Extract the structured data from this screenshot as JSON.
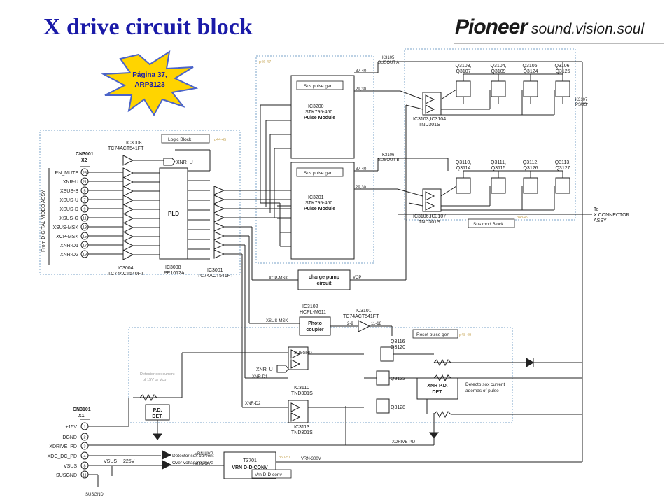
{
  "title": "X drive circuit block",
  "logo": {
    "word": "Pioneer",
    "slogan": "sound.vision.soul"
  },
  "starburst": {
    "line1": "Página 37,",
    "line2": "ARP3123"
  },
  "colors": {
    "title": "#1a1aa8",
    "starburst_fill": "#ffd400",
    "starburst_stroke": "#4a63c9",
    "starburst_text": "#1a1aa8",
    "note_box": "#ffffff",
    "dotted": "#7aa3c9",
    "page_ref": "#c8a85a"
  },
  "notes": {
    "logic_block": "Logic Block",
    "sus_pulse_gen_a": "Sus pulse gen",
    "sus_pulse_gen_b": "Sus pulse gen",
    "sus_mod_block": "Sus mod Block",
    "reset_pulse_gen": "Reset pulse gen",
    "vrn_dd_conv": "Vrn D-D conv",
    "detect_current": "Detecto sox current",
    "detect_current2": "ademas of pulse",
    "detect_over1": "Detector sox curvent",
    "detect_over2": "Over voltage e 25/4",
    "gray_note1": "Detector sox current",
    "gray_note2": "of 15V or Vcp"
  },
  "page_refs": {
    "p1": "p44-45",
    "p2": "p46-47",
    "p3": "p48-49",
    "p4": "p48-49",
    "p5": "p50-51"
  },
  "connectors": {
    "cn3001": {
      "name": "CN3001",
      "sub": "X2",
      "side_label": "From DIGITAL VIDEO ASSY",
      "pins": [
        {
          "label": "PN_MUTE",
          "num": "23"
        },
        {
          "label": "XNR-U",
          "num": "21"
        },
        {
          "label": "XSUS-B",
          "num": "5"
        },
        {
          "label": "XSUS-U",
          "num": "7"
        },
        {
          "label": "XSUS-D",
          "num": "9"
        },
        {
          "label": "XSUS-G",
          "num": "11"
        },
        {
          "label": "XSUS-MSK",
          "num": "13"
        },
        {
          "label": "XCP-MSK",
          "num": "15"
        },
        {
          "label": "XNR-D1",
          "num": "17"
        },
        {
          "label": "XNR-D2",
          "num": "19"
        }
      ]
    },
    "cn3101": {
      "name": "CN3101",
      "sub": "X1",
      "pins": [
        {
          "label": "+15V",
          "num": "1"
        },
        {
          "label": "DGND",
          "num": "2"
        },
        {
          "label": "XDRIVE_PD",
          "num": "3"
        },
        {
          "label": "XDC_DC_PD",
          "num": "4"
        },
        {
          "label": "VSUS",
          "num": "8"
        },
        {
          "label": "SUSGND",
          "num": "11"
        }
      ]
    }
  },
  "ics": {
    "ic3008_top": {
      "ref": "IC3008",
      "part": "TC74ACT541FT"
    },
    "ic3004": {
      "ref": "IC3004",
      "part": "TC74ACT540FT"
    },
    "pld": {
      "label": "PLD",
      "ref": "IC3008",
      "part": "PE1012A"
    },
    "ic3001": {
      "ref": "IC3001",
      "part": "TC74ACT541FT"
    },
    "ic3200": {
      "ref": "IC3200",
      "part": "STK795-460",
      "desc": "Pulse Module"
    },
    "ic3201": {
      "ref": "IC3201",
      "part": "STK795-460",
      "desc": "Pulse Module"
    },
    "charge_pump": {
      "line1": "charge pump",
      "line2": "circuit"
    },
    "photo": {
      "ref": "IC3102",
      "part": "HCPL-M611",
      "line1": "Photo",
      "line2": "coupler"
    },
    "ic3101": {
      "ref": "IC3101",
      "part": "TC74ACT541FT"
    },
    "ic3103": {
      "ref": "IC3103,IC3104",
      "part": "TND301S"
    },
    "ic3106": {
      "ref": "IC3106,IC3107",
      "part": "TND301S"
    },
    "ic3110": {
      "ref": "IC3110",
      "part": "TND301S"
    },
    "ic3113": {
      "ref": "IC3113",
      "part": "TND301S"
    },
    "pd_det": {
      "line1": "P.D.",
      "line2": "DET."
    },
    "xnr_pd_det": {
      "line1": "XNR P.D.",
      "line2": "DET."
    },
    "t3701": {
      "ref": "T3701",
      "desc": "VRN D-D CONV"
    }
  },
  "fets_top": [
    {
      "q": "Q3103,",
      "q2": "Q3107"
    },
    {
      "q": "Q3104,",
      "q2": "Q3109"
    },
    {
      "q": "Q3105,",
      "q2": "Q3124"
    },
    {
      "q": "Q3106,",
      "q2": "Q3125"
    }
  ],
  "fets_bot": [
    {
      "q": "Q3110,",
      "q2": "Q3114"
    },
    {
      "q": "Q3111,",
      "q2": "Q3115"
    },
    {
      "q": "Q3112,",
      "q2": "Q3126"
    },
    {
      "q": "Q3113,",
      "q2": "Q3127"
    }
  ],
  "fets_reset": [
    {
      "q": "Q3116",
      "q2": "Q3120"
    },
    {
      "q": "Q3122",
      "q2": ""
    },
    {
      "q": "Q3128",
      "q2": ""
    }
  ],
  "labels": {
    "k3105": "K3105",
    "susout_a": "SUSOUT A",
    "k3106": "K3106",
    "susout_b": "SUSOUT B",
    "k3107": "K3107",
    "psus": "PSUS",
    "to": "To",
    "x_conn": "X CONNECTOR",
    "assy": "ASSY",
    "xnr_u": "XNR_U",
    "xnr_u2": "XNR_U",
    "xnr_d1": "XNR-D1",
    "xnr_d2": "XNR-D2",
    "xcp_msk": "XCP-MSK",
    "vcp": "VCP",
    "xsus_msk": "XSUS-MSK",
    "susgnd": "SUSGND",
    "susgnd2": "SUSGND",
    "xdrive_pd": "XDRIVE P.D",
    "vsus": "VSUS",
    "v225": "225V",
    "vrn_uvp": "VRN UVP",
    "vrn_ovp": "VRN OVP",
    "vrn_300": "VRN-300V",
    "r2_9": "2-9",
    "r11_18": "11-18",
    "p37_40a": "37-40",
    "p29_30a": "29,30",
    "p37_40b": "37-40",
    "p29_30b": "29,30"
  }
}
